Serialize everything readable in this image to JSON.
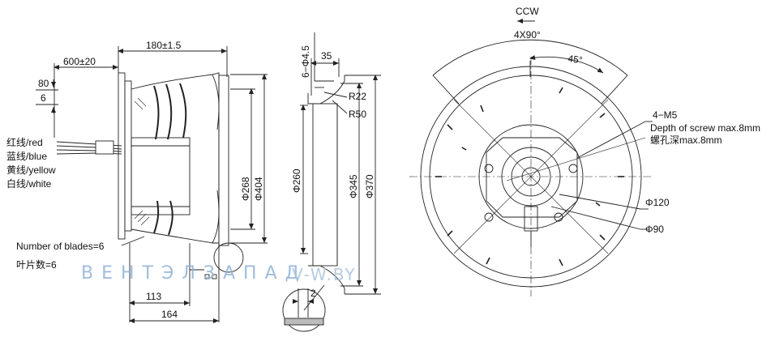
{
  "side_view": {
    "width_total": "180±1.5",
    "cable_length": "600±20",
    "dim_80": "80",
    "dim_6": "6",
    "wires": [
      "红线/red",
      "蓝线/blue",
      "黄线/yellow",
      "白线/white"
    ],
    "blades_en": "Number of blades=6",
    "blades_cn": "叶片数=6",
    "dia_268": "Φ268",
    "dia_404": "Φ404",
    "dim_113": "113",
    "dim_164": "164"
  },
  "section_view": {
    "holes": "6−Φ4.5",
    "dim_35": "35",
    "r22": "R22",
    "r50": "R50",
    "dia_260": "Φ260",
    "dia_345": "Φ345",
    "dia_370": "Φ370",
    "detail_2": "2"
  },
  "front_view": {
    "rotation": "CCW",
    "pattern": "4X90°",
    "angle": "45°",
    "screws": "4−M5",
    "depth_en": "Depth of screw max.8mm",
    "depth_cn": "螺孔深max.8mm",
    "dia_120": "Φ120",
    "dia_90": "Φ90"
  },
  "watermark": {
    "brand": "ВЕНТЭЛЗАПАД",
    "site": "V-W.BY"
  },
  "colors": {
    "line": "#222222",
    "watermark": "#8fb2d6"
  }
}
